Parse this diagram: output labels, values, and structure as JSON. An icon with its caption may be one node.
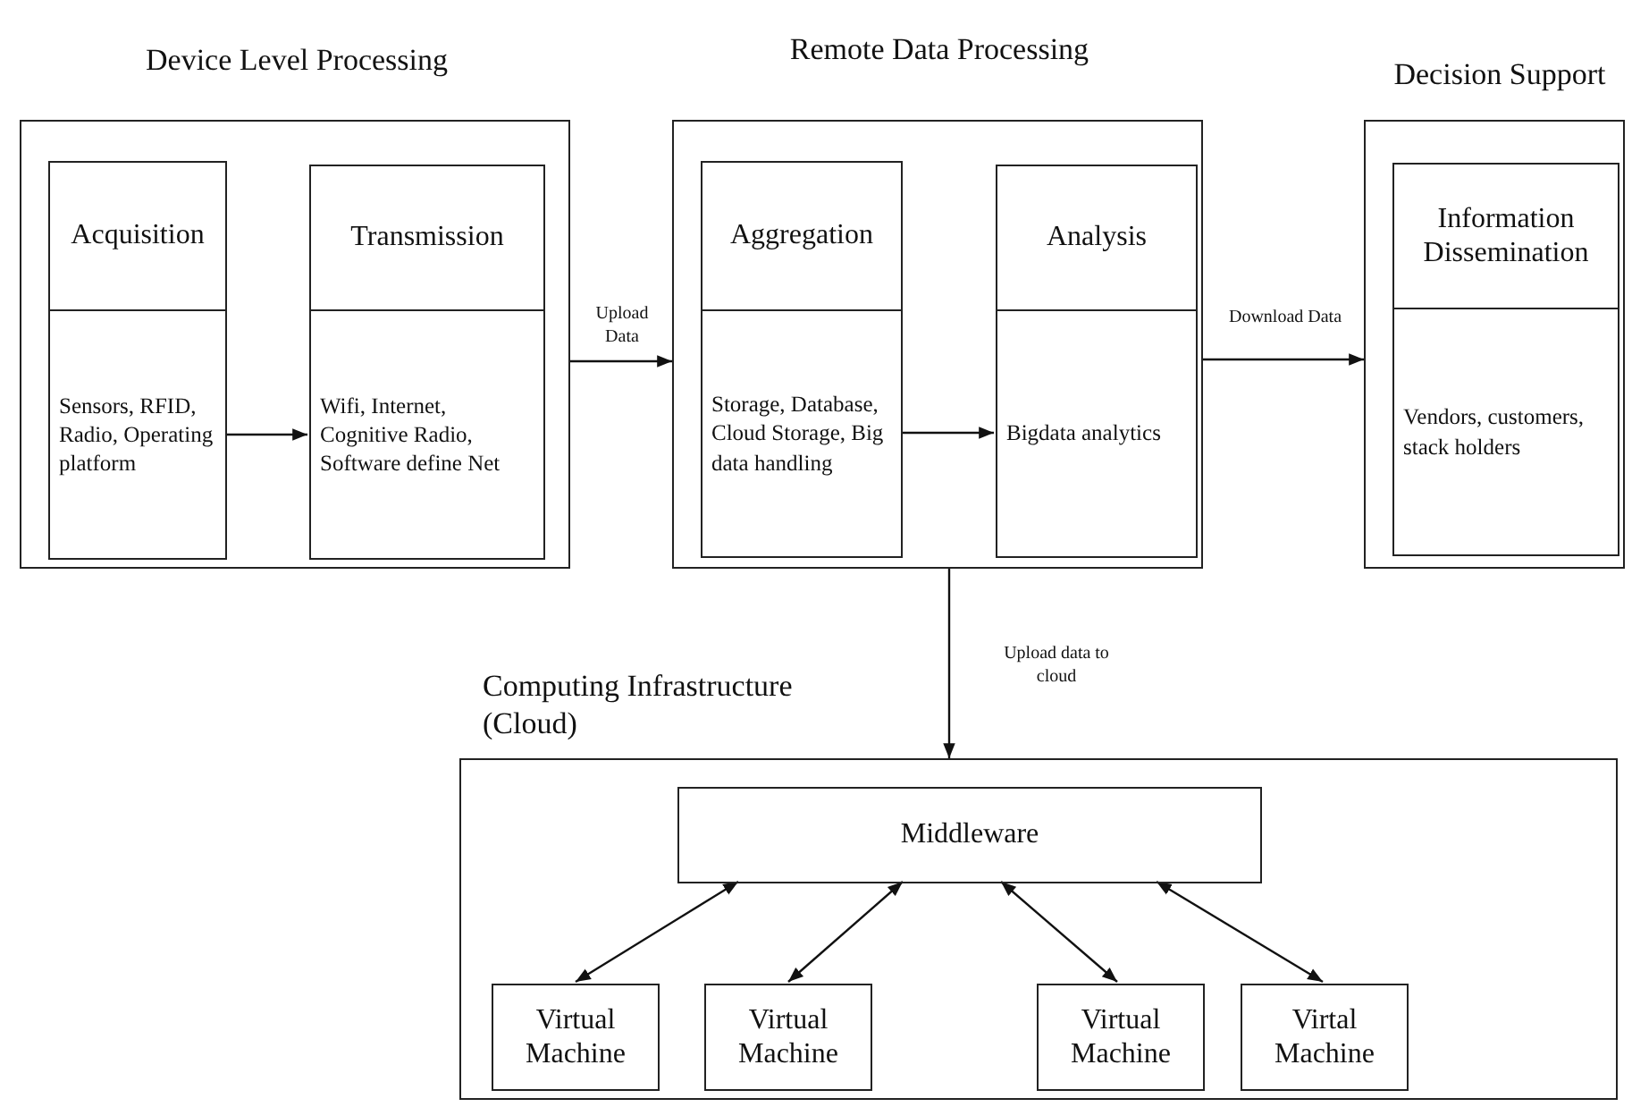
{
  "diagram": {
    "nodes": [
      {
        "text": [
          "Device Level Processing"
        ]
      },
      {
        "text": [
          "Acquisition",
          "Sensors, RFID, Radio, Operating platform"
        ],
        "in": 0
      },
      {
        "text": [
          "Transmission",
          "Wifi, Internet, Cognitive Radio, Software define Net"
        ],
        "in": 0
      },
      {
        "text": [
          "Remote Data Processing"
        ]
      },
      {
        "text": [
          "Aggregation",
          "Storage, Database, Cloud Storage, Big data handling"
        ],
        "in": 3
      },
      {
        "text": [
          "Analysis",
          "Bigdata analytics"
        ],
        "in": 3
      },
      {
        "text": [
          "Decision Support"
        ]
      },
      {
        "text": [
          "Information Dissemination",
          "Vendors, customers, stack holders"
        ],
        "in": 6
      },
      {
        "text": [
          "Computing Infrastructure (Cloud)"
        ]
      },
      {
        "text": [
          "Middleware"
        ],
        "in": 8
      },
      {
        "text": [
          "Virtual Machine"
        ],
        "in": 8
      },
      {
        "text": [
          "Virtual Machine"
        ],
        "in": 8
      },
      {
        "text": [
          "Virtual Machine"
        ],
        "in": 8
      },
      {
        "text": [
          "Virtal Machine"
        ],
        "in": 8
      }
    ],
    "edges": [
      {
        "from": 1,
        "to": 2,
        "arrow": "to"
      },
      {
        "from": 0,
        "to": 3,
        "arrow": "to",
        "label": "Upload Data"
      },
      {
        "from": 4,
        "to": 5,
        "arrow": "to"
      },
      {
        "from": 3,
        "to": 6,
        "arrow": "to",
        "label": "Download Data"
      },
      {
        "from": 3,
        "to": 8,
        "arrow": "to",
        "label": "Upload data to cloud"
      },
      {
        "from": 9,
        "to": 10,
        "arrow": "both"
      },
      {
        "from": 9,
        "to": 11,
        "arrow": "both"
      },
      {
        "from": 9,
        "to": 12,
        "arrow": "both"
      },
      {
        "from": 9,
        "to": 13,
        "arrow": "both"
      }
    ]
  }
}
